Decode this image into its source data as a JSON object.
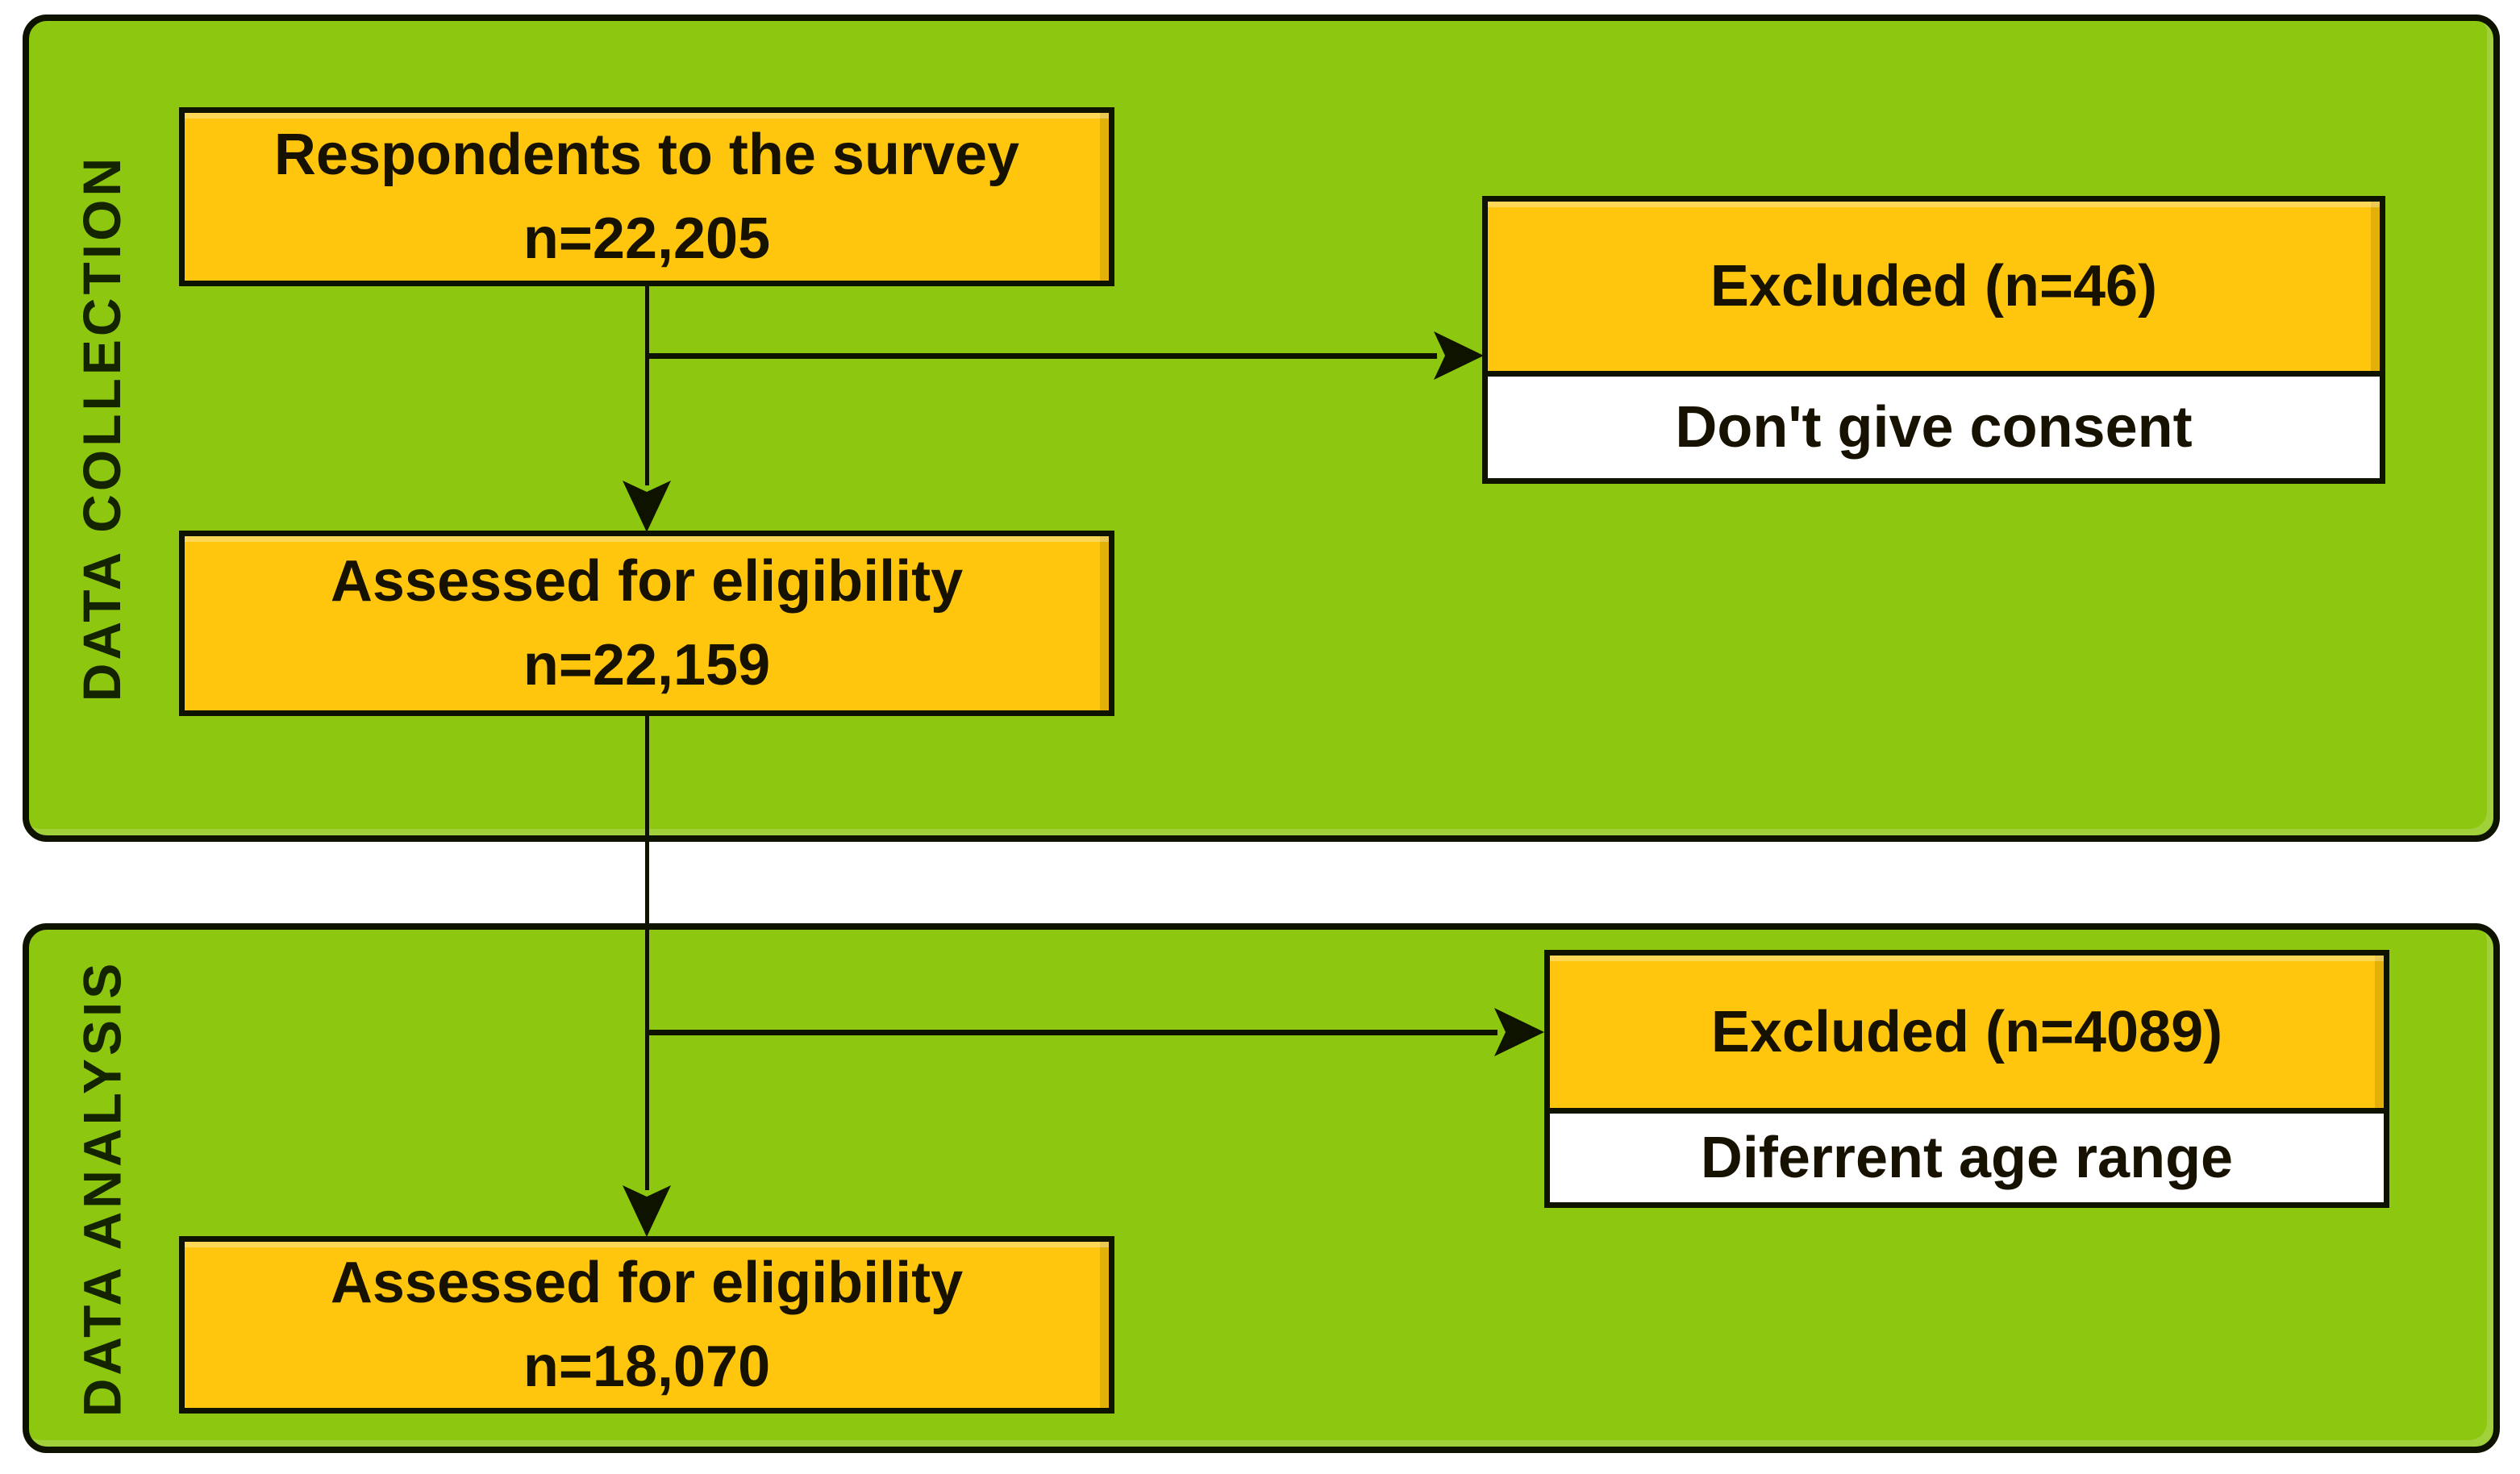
{
  "diagram": {
    "type": "study-flow-diagram",
    "sections": {
      "collection": "DATA COLLECTION",
      "analysis": "DATA ANALYSIS"
    },
    "nodes": {
      "respondents": {
        "title": "Respondents to the survey",
        "count": "n=22,205"
      },
      "excluded_collection": {
        "title": "Excluded (n=46)",
        "reason": "Don't give consent"
      },
      "assessed_collection": {
        "title": "Assessed for eligibility",
        "count": "n=22,159"
      },
      "excluded_analysis": {
        "title": "Excluded (n=4089)",
        "reason": "Diferrent age range"
      },
      "assessed_analysis": {
        "title": "Assessed for eligibility",
        "count": "n=18,070"
      }
    },
    "edges": [
      {
        "from": "respondents",
        "to": "assessed_collection",
        "style": "arrow-down"
      },
      {
        "from": "respondents",
        "to": "excluded_collection",
        "style": "arrow-right-branch"
      },
      {
        "from": "assessed_collection",
        "to": "assessed_analysis",
        "style": "arrow-down"
      },
      {
        "from": "assessed_collection",
        "to": "excluded_analysis",
        "style": "arrow-right-branch"
      }
    ],
    "colors": {
      "panel_green": "#8dc70f",
      "box_yellow": "#ffc60d",
      "outline_black": "#0e1300",
      "reason_white": "#ffffff",
      "text_black": "#171200"
    }
  }
}
